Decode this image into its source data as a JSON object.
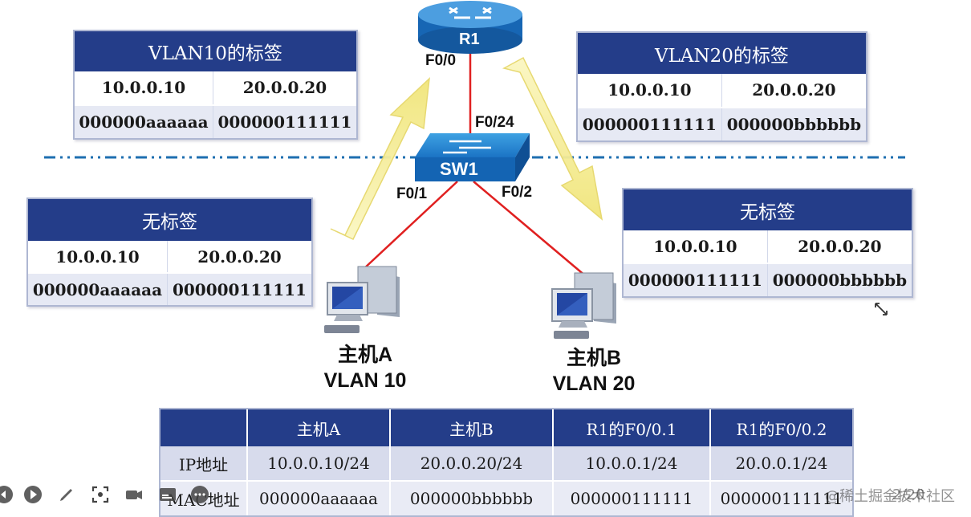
{
  "router": {
    "name": "R1",
    "port": "F0/0"
  },
  "switch": {
    "name": "SW1",
    "uplink": "F0/24",
    "port_a": "F0/1",
    "port_b": "F0/2"
  },
  "host_a": {
    "name": "主机A",
    "vlan": "VLAN 10"
  },
  "host_b": {
    "name": "主机B",
    "vlan": "VLAN 20"
  },
  "frame_vlan10": {
    "title": "VLAN10的标签",
    "ip1": "10.0.0.10",
    "ip2": "20.0.0.20",
    "mac1": "000000aaaaaa",
    "mac2": "000000111111"
  },
  "frame_vlan20": {
    "title": "VLAN20的标签",
    "ip1": "10.0.0.10",
    "ip2": "20.0.0.20",
    "mac1": "000000111111",
    "mac2": "000000bbbbbb"
  },
  "frame_untag_a": {
    "title": "无标签",
    "ip1": "10.0.0.10",
    "ip2": "20.0.0.20",
    "mac1": "000000aaaaaa",
    "mac2": "000000111111"
  },
  "frame_untag_b": {
    "title": "无标签",
    "ip1": "10.0.0.10",
    "ip2": "20.0.0.20",
    "mac1": "000000111111",
    "mac2": "000000bbbbbb"
  },
  "addr_table": {
    "headers": [
      "",
      "主机A",
      "主机B",
      "R1的F0/0.1",
      "R1的F0/0.2"
    ],
    "row_ip": [
      "IP地址",
      "10.0.0.10/24",
      "20.0.0.20/24",
      "10.0.0.1/24",
      "20.0.0.1/24"
    ],
    "row_mac": [
      "MAC地址",
      "000000aaaaaa",
      "000000bbbbbb",
      "000000111111",
      "000000111111"
    ]
  },
  "overlay": {
    "watermark": "@稀土掘金技术社区",
    "page": "2/20"
  },
  "colors": {
    "header": "#243d89",
    "link": "#e02020",
    "arrow": "#f4eb8c",
    "divider": "#1e6fb0"
  }
}
